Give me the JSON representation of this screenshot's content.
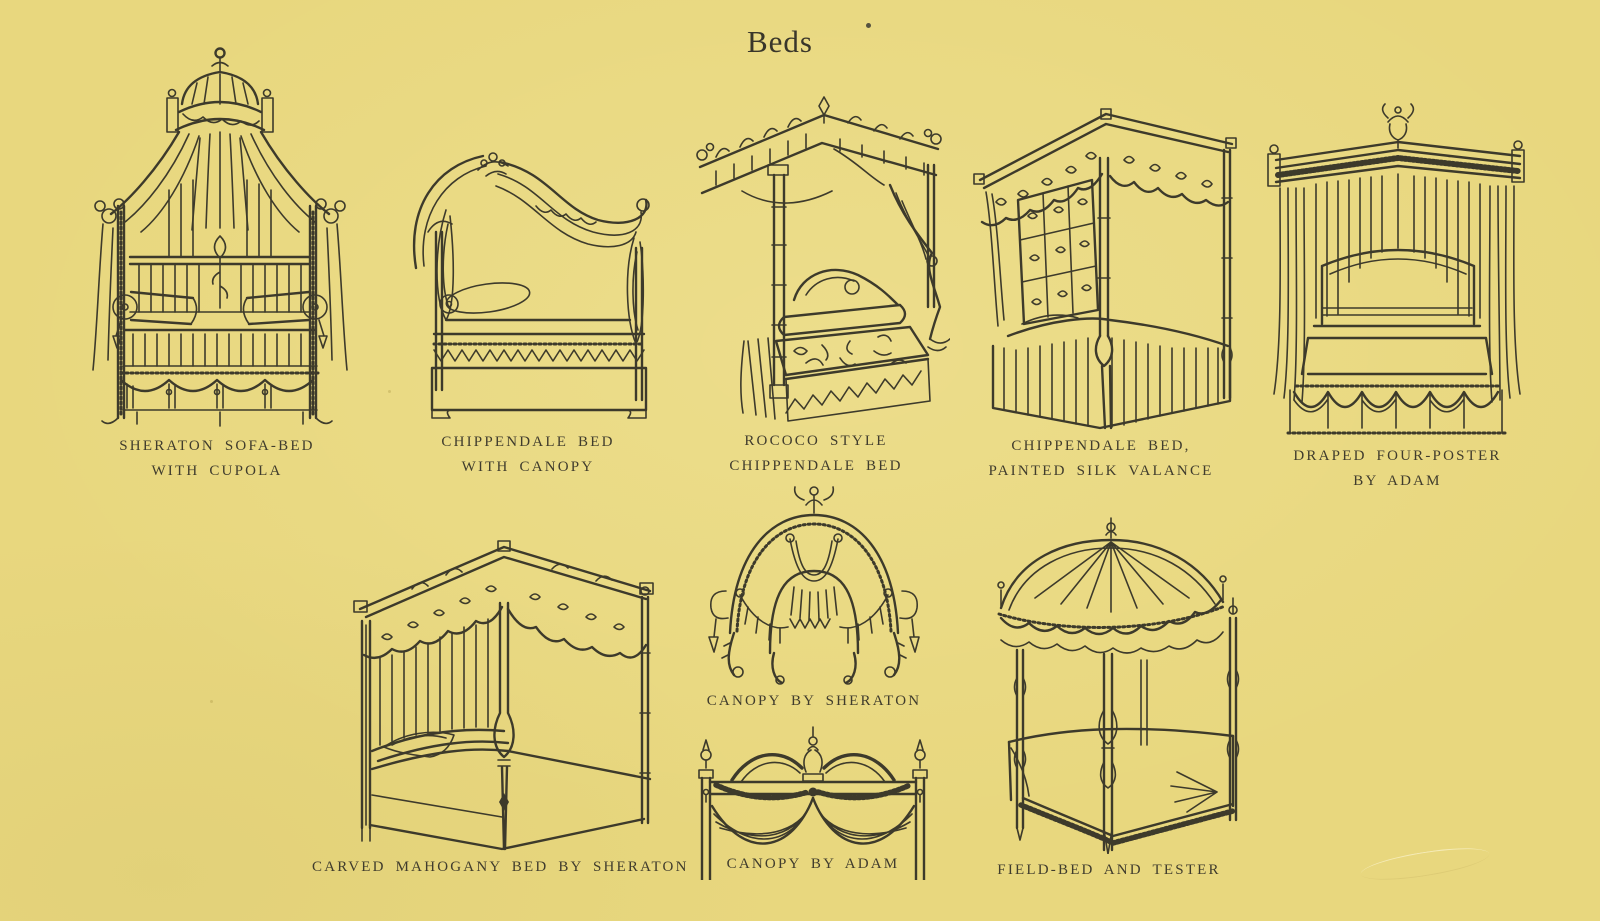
{
  "page": {
    "title": "Beds",
    "colors": {
      "paper": "#e8d77e",
      "ink": "#3d3a2b"
    }
  },
  "figures": [
    {
      "name": "sheraton-sofa-bed",
      "caption_line1": "SHERATON SOFA-BED",
      "caption_line2": "WITH CUPOLA"
    },
    {
      "name": "chippendale-bed-with-canopy",
      "caption_line1": "CHIPPENDALE BED",
      "caption_line2": "WITH CANOPY"
    },
    {
      "name": "rococo-chippendale-bed",
      "caption_line1": "ROCOCO STYLE",
      "caption_line2": "CHIPPENDALE BED"
    },
    {
      "name": "chippendale-painted-silk-valance",
      "caption_line1": "CHIPPENDALE BED,",
      "caption_line2": "PAINTED SILK VALANCE"
    },
    {
      "name": "draped-four-poster-adam",
      "caption_line1": "DRAPED FOUR-POSTER",
      "caption_line2": "BY ADAM"
    },
    {
      "name": "carved-mahogany-bed-sheraton",
      "caption_line1": "CARVED MAHOGANY BED BY SHERATON",
      "caption_line2": ""
    },
    {
      "name": "canopy-by-sheraton",
      "caption_line1": "CANOPY BY SHERATON",
      "caption_line2": ""
    },
    {
      "name": "canopy-by-adam",
      "caption_line1": "CANOPY BY ADAM",
      "caption_line2": ""
    },
    {
      "name": "field-bed-and-tester",
      "caption_line1": "FIELD-BED AND TESTER",
      "caption_line2": ""
    }
  ]
}
